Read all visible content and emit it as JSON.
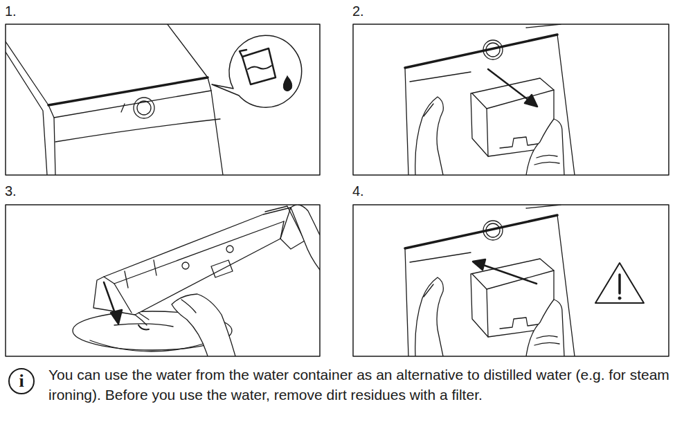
{
  "diagram": {
    "nodes": [
      {
        "text": [
          "i"
        ]
      }
    ],
    "labels": [
      "1.",
      "2.",
      "3.",
      "4.",
      "You can use the water from the water container as an alternative to distilled water (e.g. for steam ironing). Before you use the water, remove dirt residues with a filter."
    ]
  }
}
